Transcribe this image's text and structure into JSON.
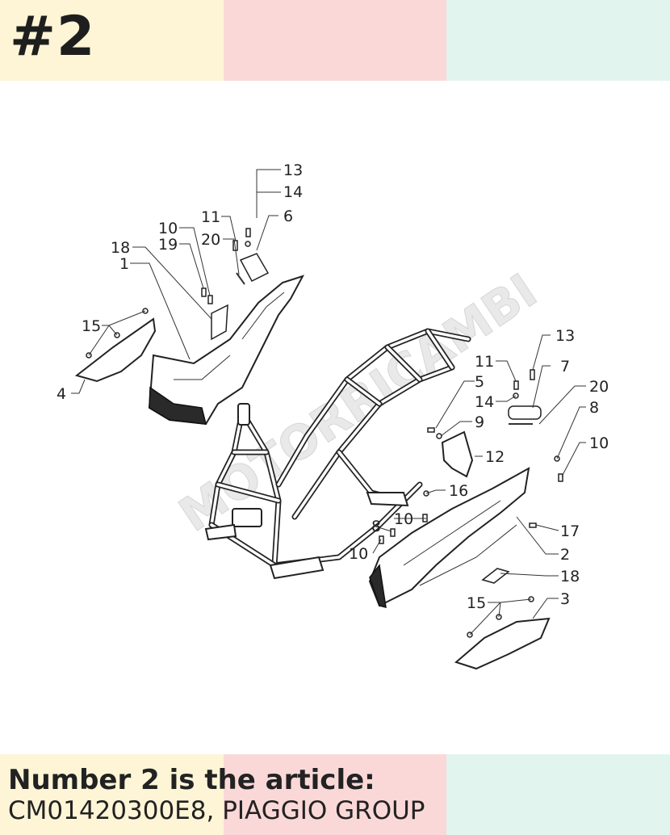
{
  "badge": "#2",
  "caption": {
    "line1": "Number 2 is the article:",
    "line2": "CM01420300E8, PIAGGIO GROUP"
  },
  "watermark": "MOTORRICAMBI",
  "callouts": {
    "c13a": "13",
    "c14a": "14",
    "c6": "6",
    "c11a": "11",
    "c20a": "20",
    "c10a": "10",
    "c19": "19",
    "c18a": "18",
    "c1": "1",
    "c15a": "15",
    "c4": "4",
    "c13b": "13",
    "c11b": "11",
    "c7": "7",
    "c5": "5",
    "c20b": "20",
    "c14b": "14",
    "c8a": "8",
    "c9": "9",
    "c12": "12",
    "c10b": "10",
    "c16": "16",
    "c10c": "10",
    "c8b": "8",
    "c17": "17",
    "c10d": "10",
    "c2": "2",
    "c18b": "18",
    "c15b": "15",
    "c3": "3"
  }
}
